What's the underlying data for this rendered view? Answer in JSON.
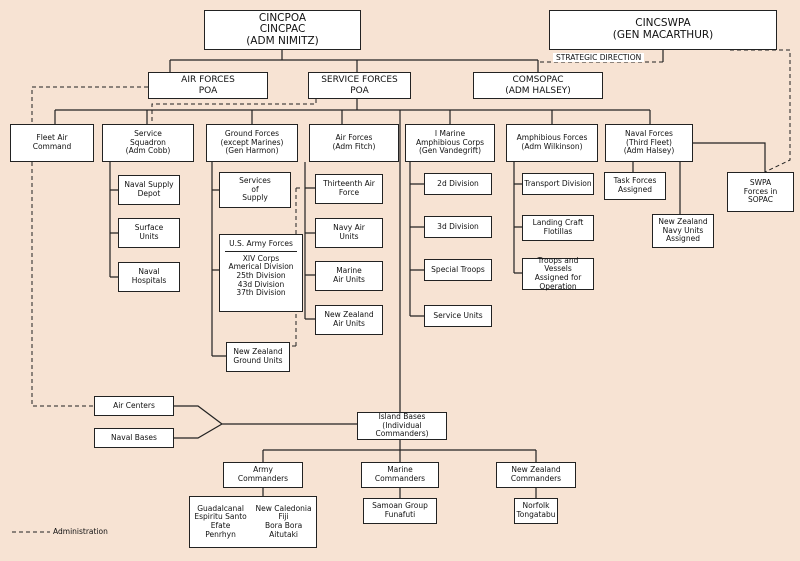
{
  "nodes": {
    "cincpoa": [
      "CINCPOA",
      "CINCPAC",
      "(ADM NIMITZ)"
    ],
    "cincswpa": [
      "CINCSWPA",
      "(GEN MACARTHUR)"
    ],
    "strategic_direction": "STRATEGIC DIRECTION",
    "air_forces_poa": [
      "AIR FORCES",
      "POA"
    ],
    "service_forces_poa": [
      "SERVICE FORCES",
      "POA"
    ],
    "comsopac": [
      "COMSOPAC",
      "(ADM HALSEY)"
    ],
    "fleet_air_command": [
      "Fleet Air",
      "Command"
    ],
    "service_squadron": [
      "Service",
      "Squadron",
      "(Adm Cobb)"
    ],
    "ground_forces": [
      "Ground Forces",
      "(except Marines)",
      "(Gen Harmon)"
    ],
    "air_forces_fitch": [
      "Air Forces",
      "(Adm Fitch)"
    ],
    "marine_amphib_corps": [
      "I Marine",
      "Amphibious Corps",
      "(Gen Vandegrift)"
    ],
    "amphibious_forces": [
      "Amphibious Forces",
      "(Adm Wilkinson)"
    ],
    "naval_forces": [
      "Naval Forces",
      "(Third Fleet)",
      "(Adm Halsey)"
    ],
    "swpa_forces": [
      "SWPA",
      "Forces in",
      "SOPAC"
    ],
    "naval_supply_depot": [
      "Naval Supply",
      "Depot"
    ],
    "surface_units": [
      "Surface",
      "Units"
    ],
    "naval_hospitals": [
      "Naval",
      "Hospitals"
    ],
    "services_of_supply": [
      "Services",
      "of",
      "Supply"
    ],
    "us_army_forces": {
      "title": "U.S. Army Forces",
      "lines": [
        "XIV Corps",
        "Americal Division",
        "25th Division",
        "43d Division",
        "37th Division"
      ]
    },
    "nz_ground_units": [
      "New Zealand",
      "Ground Units"
    ],
    "thirteenth_air_force": [
      "Thirteenth Air",
      "Force"
    ],
    "navy_air_units": [
      "Navy Air",
      "Units"
    ],
    "marine_air_units": [
      "Marine",
      "Air Units"
    ],
    "nz_air_units": [
      "New Zealand",
      "Air Units"
    ],
    "division_2d": [
      "2d Division"
    ],
    "division_3d": [
      "3d Division"
    ],
    "special_troops": [
      "Special Troops"
    ],
    "service_units": [
      "Service Units"
    ],
    "transport_division": [
      "Transport Division"
    ],
    "landing_craft": [
      "Landing Craft",
      "Flotillas"
    ],
    "troops_vessels": [
      "Troops and Vessels",
      "Assigned for",
      "Operation"
    ],
    "task_forces": [
      "Task Forces",
      "Assigned"
    ],
    "nz_navy_units": [
      "New Zealand",
      "Navy Units",
      "Assigned"
    ],
    "air_centers": [
      "Air Centers"
    ],
    "naval_bases": [
      "Naval Bases"
    ],
    "island_bases": [
      "Island Bases",
      "(Individual Commanders)"
    ],
    "army_commanders": [
      "Army",
      "Commanders"
    ],
    "marine_commanders": [
      "Marine",
      "Commanders"
    ],
    "nz_commanders": [
      "New Zealand",
      "Commanders"
    ],
    "army_locations": {
      "left": [
        "Guadalcanal",
        "Espiritu Santo",
        "Efate",
        "Penrhyn"
      ],
      "right": [
        "New Caledonia",
        "Fiji",
        "Bora Bora",
        "Aitutaki"
      ]
    },
    "marine_locations": [
      "Samoan Group",
      "Funafuti"
    ],
    "nz_locations": [
      "Norfolk",
      "Tongatabu"
    ]
  },
  "legend": {
    "dashed": "Administration"
  },
  "colors": {
    "background": "#f7e3d3",
    "box": "#ffffff",
    "line": "#222222"
  }
}
